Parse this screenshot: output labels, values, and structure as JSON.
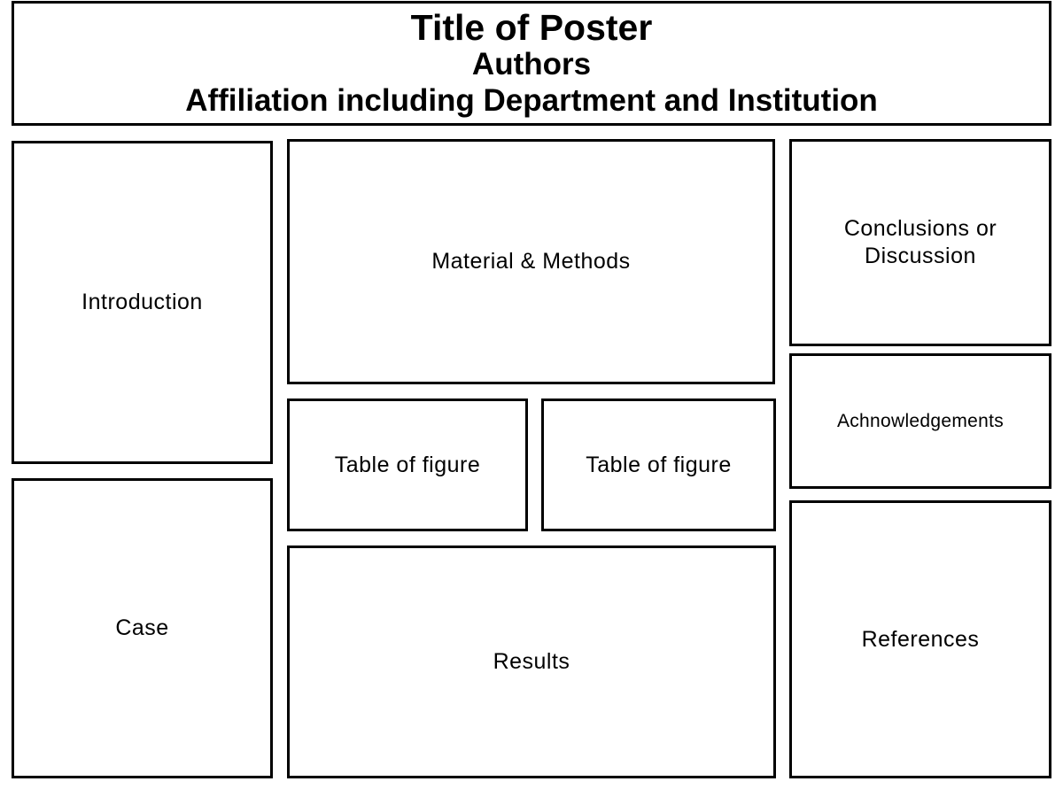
{
  "header": {
    "title": "Title of Poster",
    "authors": "Authors",
    "affiliation": "Affiliation including Department and Institution"
  },
  "sections": {
    "introduction": "Introduction",
    "case": "Case",
    "material_methods": "Material & Methods",
    "table_of_figure_1": "Table of figure",
    "table_of_figure_2": "Table of figure",
    "results": "Results",
    "conclusions": "Conclusions or\nDiscussion",
    "acknowledgements": "Achnowledgements",
    "references": "References"
  }
}
